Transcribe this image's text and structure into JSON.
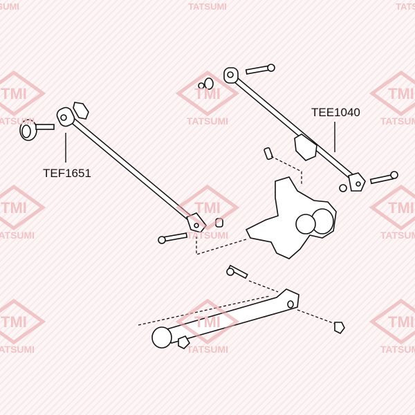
{
  "watermark": {
    "logo": "TMI",
    "brand": "TATSUMI",
    "color": "#e8a9ac"
  },
  "labels": {
    "part_left": "TEF1651",
    "part_right": "TEE1040"
  }
}
